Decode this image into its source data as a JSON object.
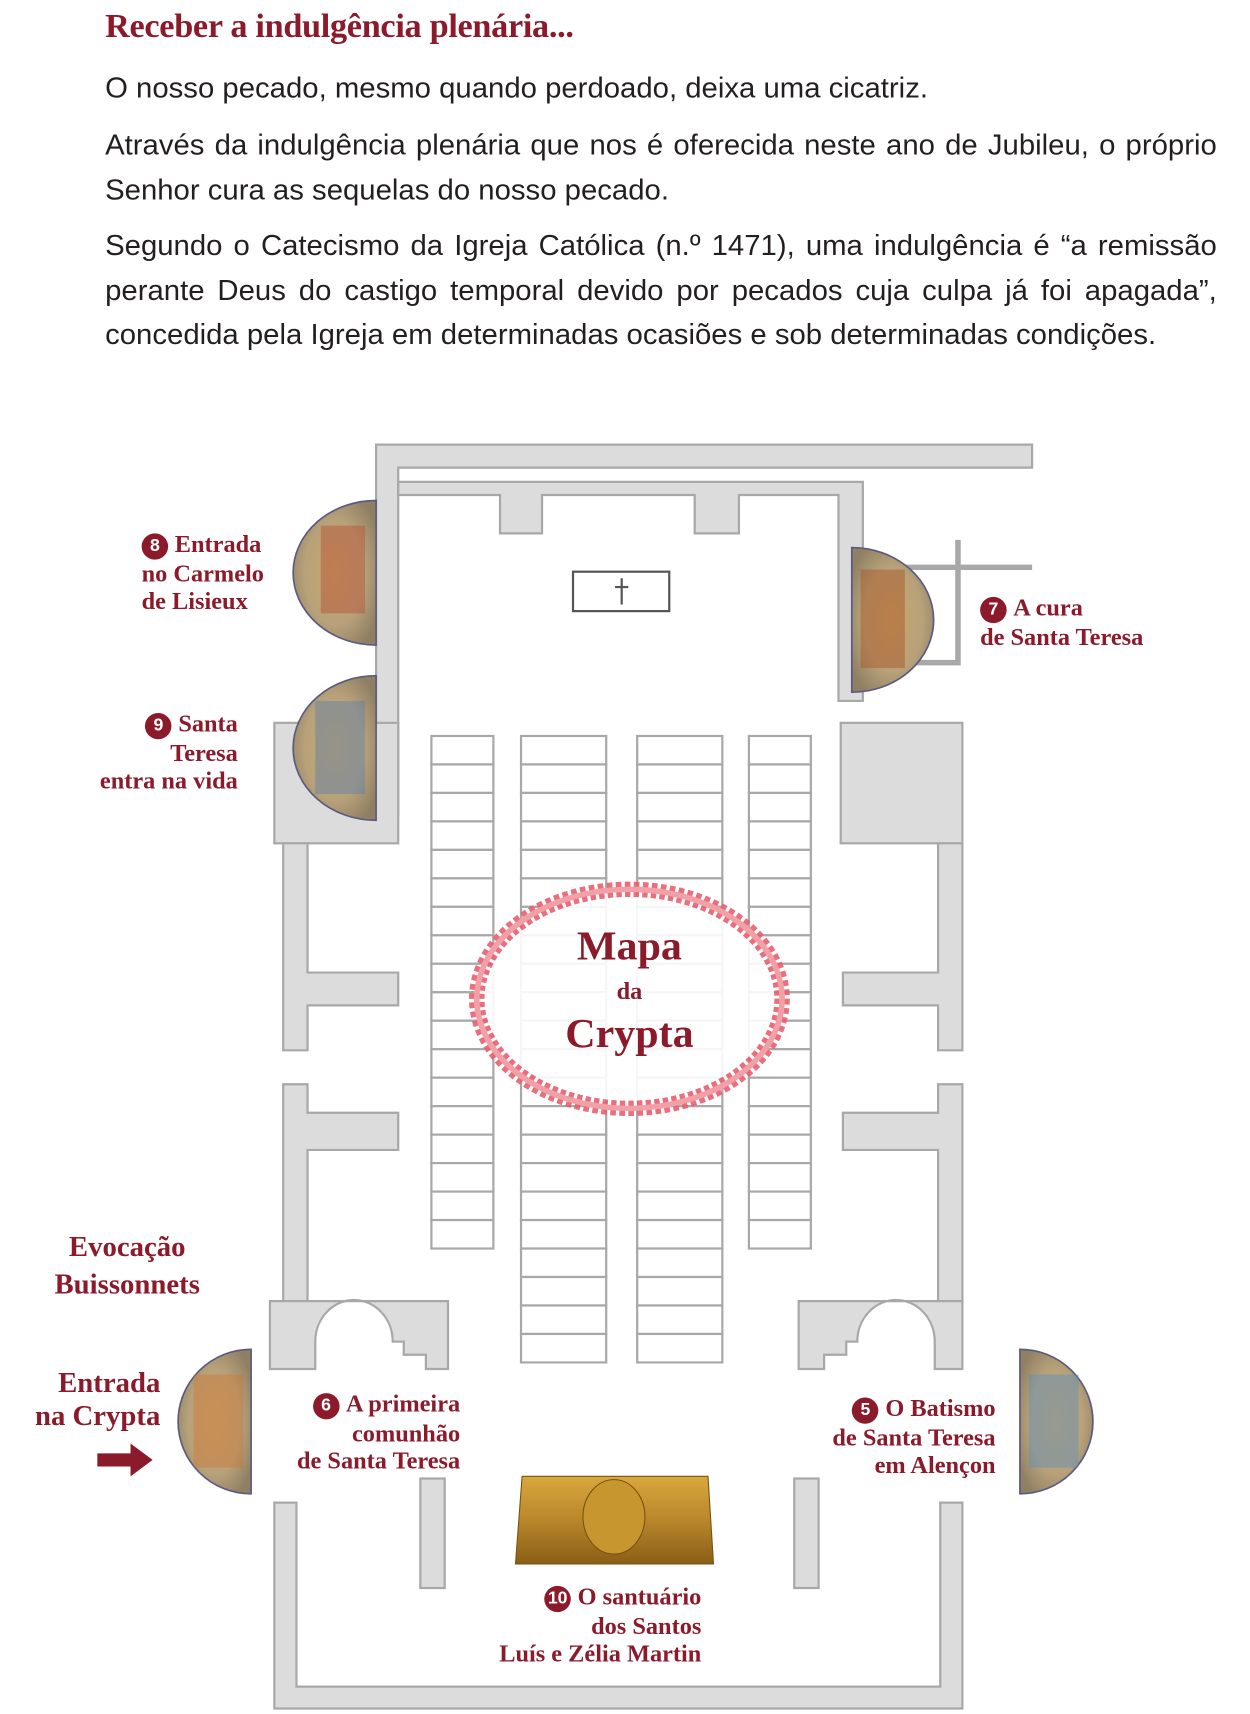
{
  "header": {
    "title": "Receber a indulgência plenária...",
    "paragraphs": [
      "O nosso pecado, mesmo quando perdoado, deixa uma cicatriz.",
      "Através da indulgência plenária que nos é oferecida neste ano de Jubileu, o próprio Senhor cura as sequelas do nosso pecado.",
      "Segundo o Catecismo da Igreja Católica (n.º 1471), uma indulgência é “a remissão perante Deus do castigo temporal devido por pecados cuja culpa já foi apagada”, concedida pela Igreja em determinadas ocasiões e sob determinadas condições."
    ]
  },
  "map": {
    "center_title": [
      "Mapa",
      "da",
      "Crypta"
    ],
    "colors": {
      "accent": "#8b1a2b",
      "wall": "#dcdcdd",
      "wall_stroke": "#a8a8a8",
      "wreath": "#e8606e"
    },
    "stations": [
      {
        "number": "8",
        "lines": [
          "Entrada",
          "no Carmelo",
          "de Lisieux"
        ]
      },
      {
        "number": "9",
        "lines": [
          "Santa",
          "Teresa",
          "entra na vida"
        ]
      },
      {
        "number": "7",
        "lines": [
          "A cura",
          "de Santa Teresa"
        ]
      },
      {
        "number": "6",
        "lines": [
          "A primeira",
          "comunhão",
          "de Santa Teresa"
        ]
      },
      {
        "number": "5",
        "lines": [
          "O Batismo",
          "de Santa Teresa",
          "em Alençon"
        ]
      },
      {
        "number": "10",
        "lines": [
          "O santuário",
          "dos Santos",
          "Luís e Zélia Martin"
        ]
      }
    ],
    "evocacao": [
      "Evocação",
      "Buissonnets"
    ],
    "entrada": [
      "Entrada",
      "na Crypta"
    ],
    "altar_icon": "cross-icon",
    "entrance_icon": "arrow-right-icon"
  }
}
